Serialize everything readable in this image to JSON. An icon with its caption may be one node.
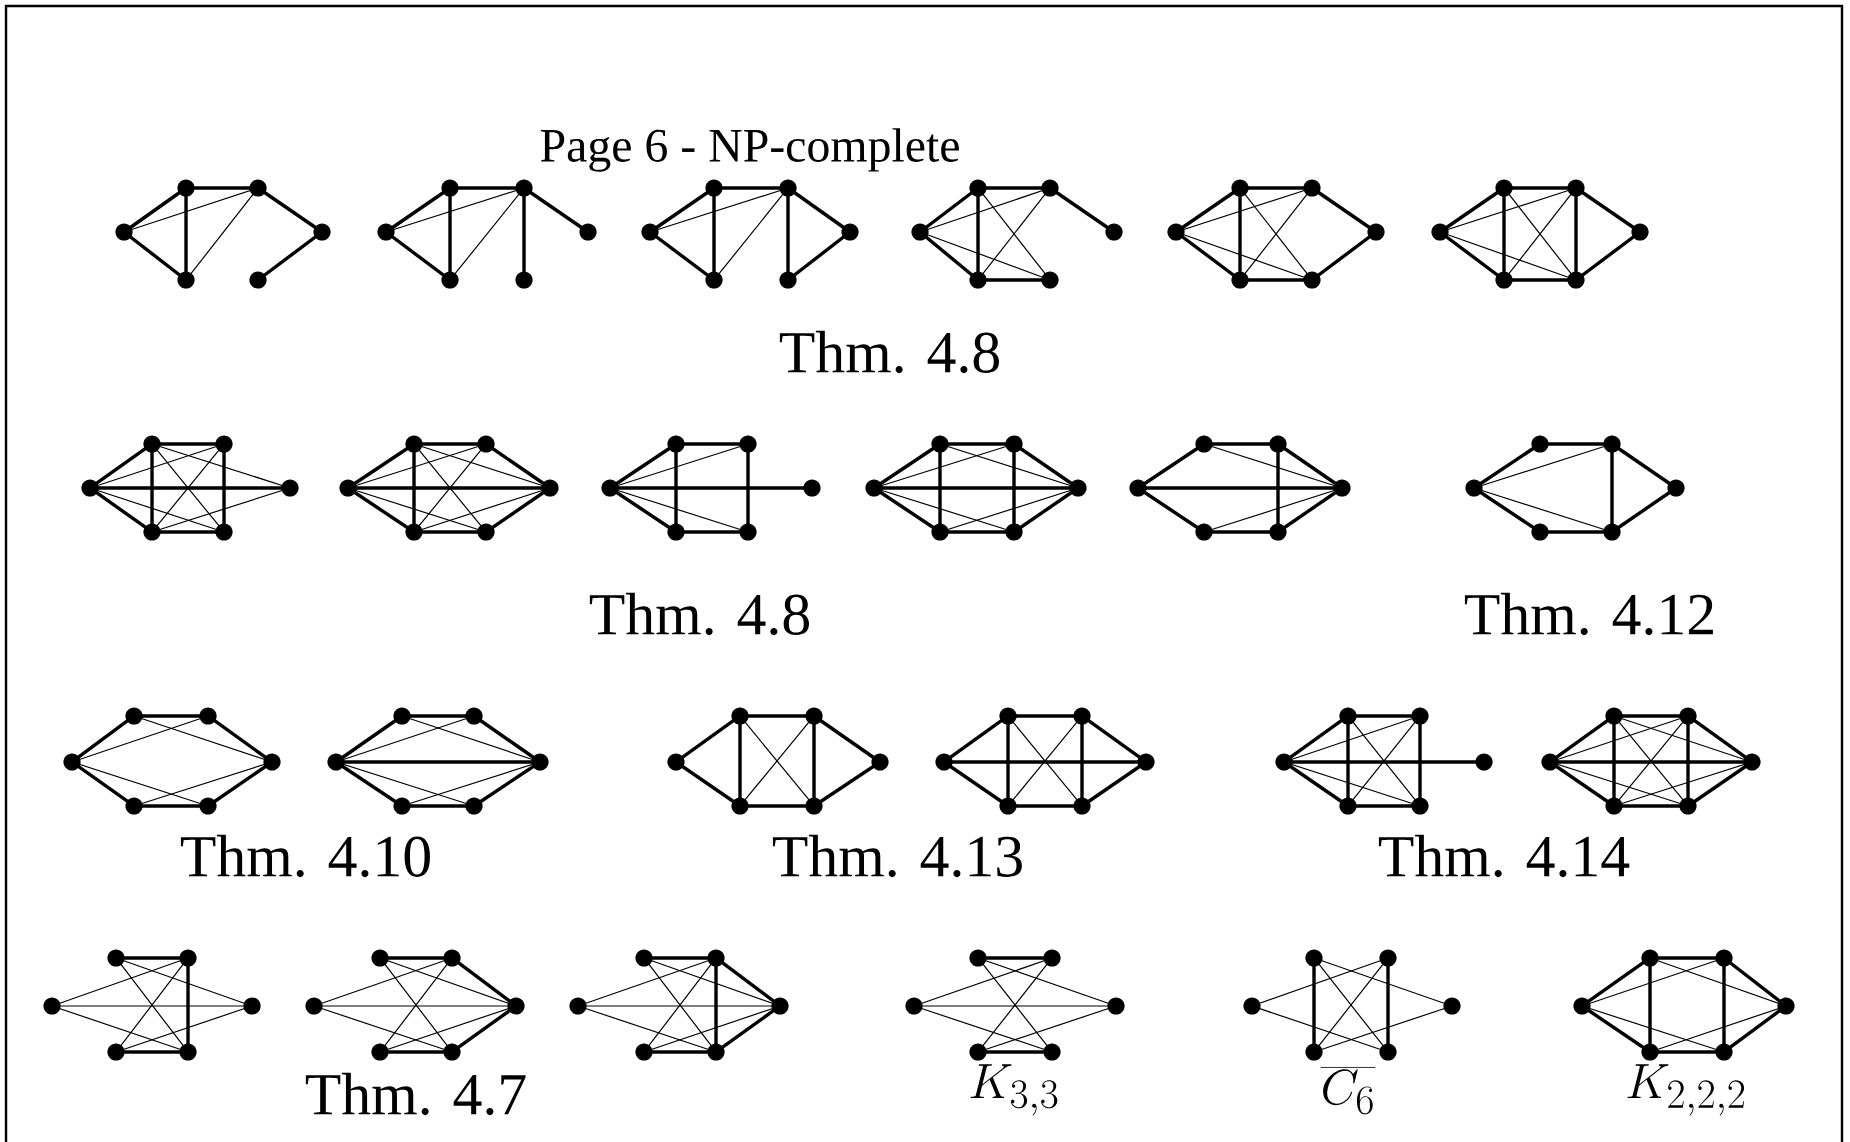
{
  "diagram": {
    "title": "Page 6 - NP-complete",
    "labels": [
      "Thm. 4.8",
      "Thm. 4.8",
      "Thm. 4.12",
      "Thm. 4.10",
      "Thm. 4.13",
      "Thm. 4.14",
      "Thm. 4.7",
      "K_{3,3}",
      "\\overline{C_6}",
      "K_{2,2,2}"
    ]
  }
}
